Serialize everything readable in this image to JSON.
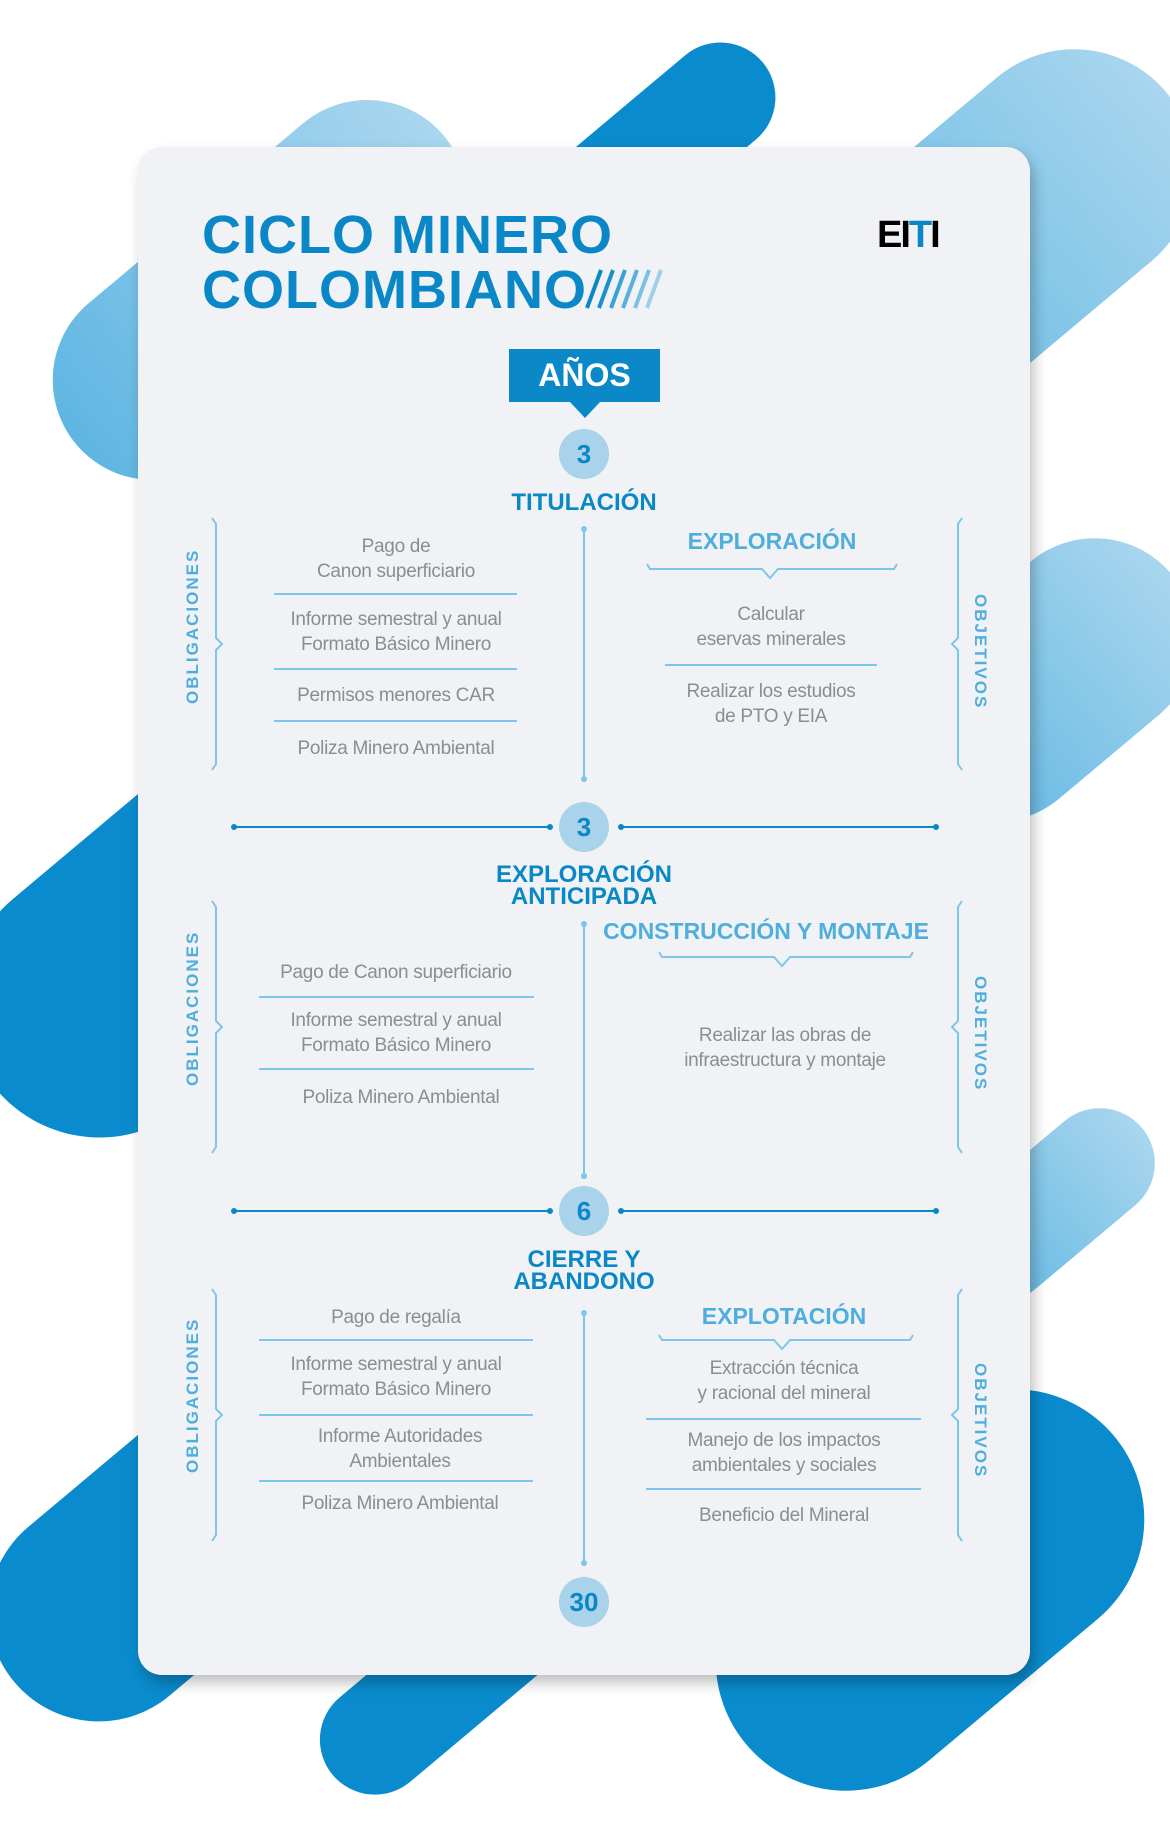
{
  "title": {
    "line1": "CICLO MINERO",
    "line2": "COLOMBIANO"
  },
  "logo": "EITI",
  "years_label": "AÑOS",
  "labels": {
    "obligations": "OBLIGACIONES",
    "objectives": "OBJETIVOS"
  },
  "colors": {
    "primary": "#0a87c6",
    "light": "#4eaedd",
    "bracket": "#8ccff2",
    "text": "#8a8d92"
  },
  "milestones": [
    "3",
    "3",
    "6",
    "30"
  ],
  "stages": [
    {
      "name": [
        "TITULACIÓN"
      ],
      "objective_title": "EXPLORACIÓN",
      "obligations": [
        [
          "Pago de",
          "Canon superficiario"
        ],
        [
          "Informe semestral y anual",
          "Formato Básico Minero"
        ],
        [
          "Permisos menores CAR"
        ],
        [
          "Poliza Minero Ambiental"
        ]
      ],
      "objectives": [
        [
          "Calcular",
          "eservas minerales"
        ],
        [
          "Realizar los estudios",
          "de PTO y EIA"
        ]
      ]
    },
    {
      "name": [
        "EXPLORACIÓN",
        "ANTICIPADA"
      ],
      "objective_title": "CONSTRUCCIÓN Y MONTAJE",
      "obligations": [
        [
          "Pago de Canon superficiario"
        ],
        [
          "Informe semestral y anual",
          "Formato Básico Minero"
        ],
        [
          "Poliza Minero Ambiental"
        ]
      ],
      "objectives": [
        [
          "Realizar las obras de",
          "infraestructura y montaje"
        ]
      ]
    },
    {
      "name": [
        "CIERRE Y",
        "ABANDONO"
      ],
      "objective_title": "EXPLOTACIÓN",
      "obligations": [
        [
          "Pago de regalía"
        ],
        [
          "Informe semestral y anual",
          "Formato Básico Minero"
        ],
        [
          "Informe Autoridades",
          "Ambientales"
        ],
        [
          "Poliza Minero Ambiental"
        ]
      ],
      "objectives": [
        [
          "Extracción técnica",
          "y racional del mineral"
        ],
        [
          "Manejo de los impactos",
          "ambientales y sociales"
        ],
        [
          "Beneficio del Mineral"
        ]
      ]
    }
  ]
}
